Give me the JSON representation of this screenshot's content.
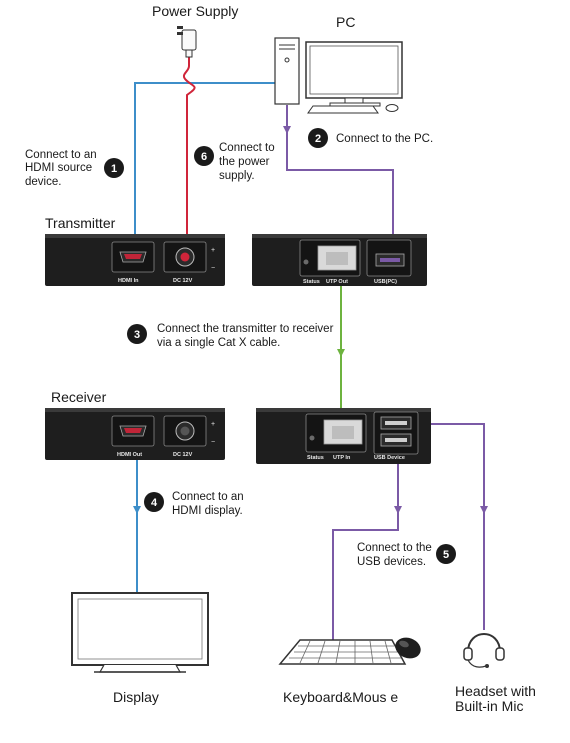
{
  "labels": {
    "power_supply": "Power Supply",
    "pc": "PC",
    "transmitter": "Transmitter",
    "receiver": "Receiver",
    "display": "Display",
    "keyboard_mouse": "Keyboard&Mous   e",
    "headset_line1": "Headset with",
    "headset_line2": "Built-in Mic"
  },
  "steps": [
    {
      "num": "1",
      "lines": [
        "Connect to an",
        "HDMI source",
        "device."
      ]
    },
    {
      "num": "2",
      "lines": [
        "Connect to the PC."
      ]
    },
    {
      "num": "3",
      "lines": [
        "Connect the transmitter to receiver",
        "via a single Cat X cable."
      ]
    },
    {
      "num": "4",
      "lines": [
        "Connect to an",
        "HDMI display."
      ]
    },
    {
      "num": "5",
      "lines": [
        "Connect to the",
        "USB devices."
      ]
    },
    {
      "num": "6",
      "lines": [
        "Connect to",
        "the power",
        "supply."
      ]
    }
  ],
  "ports": {
    "tx_hdmi": "HDMI In",
    "tx_dc": "DC 12V",
    "tx_status": "Status",
    "tx_utp": "UTP Out",
    "tx_usb": "USB(PC)",
    "rx_hdmi": "HDMI Out",
    "rx_dc": "DC 12V",
    "rx_status": "Status",
    "rx_utp": "UTP In",
    "rx_usb": "USB Device"
  },
  "colors": {
    "hdmi_cable": "#3d8ec9",
    "power_cable": "#d0253a",
    "usb_cable": "#7b5aa6",
    "utp_cable": "#6db33f",
    "device_body": "#1e1e1e",
    "badge": "#1a1a1a"
  },
  "icons": [
    "power-adapter-icon",
    "pc-tower-icon",
    "monitor-icon",
    "keyboard-icon",
    "mouse-icon",
    "headset-icon",
    "tv-display-icon"
  ]
}
